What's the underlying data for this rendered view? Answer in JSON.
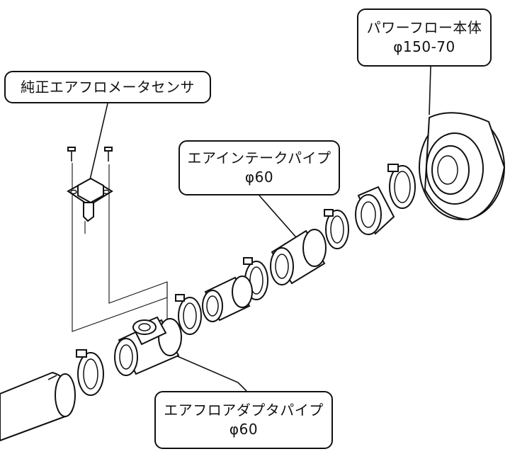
{
  "labels": {
    "power_flow_body": {
      "name": "パワーフロー本体",
      "size": "φ150-70"
    },
    "oem_airflow_sensor": {
      "name": "純正エアフロメータセンサ"
    },
    "intake_pipe": {
      "name": "エアインテークパイプ",
      "size": "φ60"
    },
    "airflow_adapter_pipe": {
      "name": "エアフロアダプタパイプ",
      "size": "φ60"
    }
  }
}
